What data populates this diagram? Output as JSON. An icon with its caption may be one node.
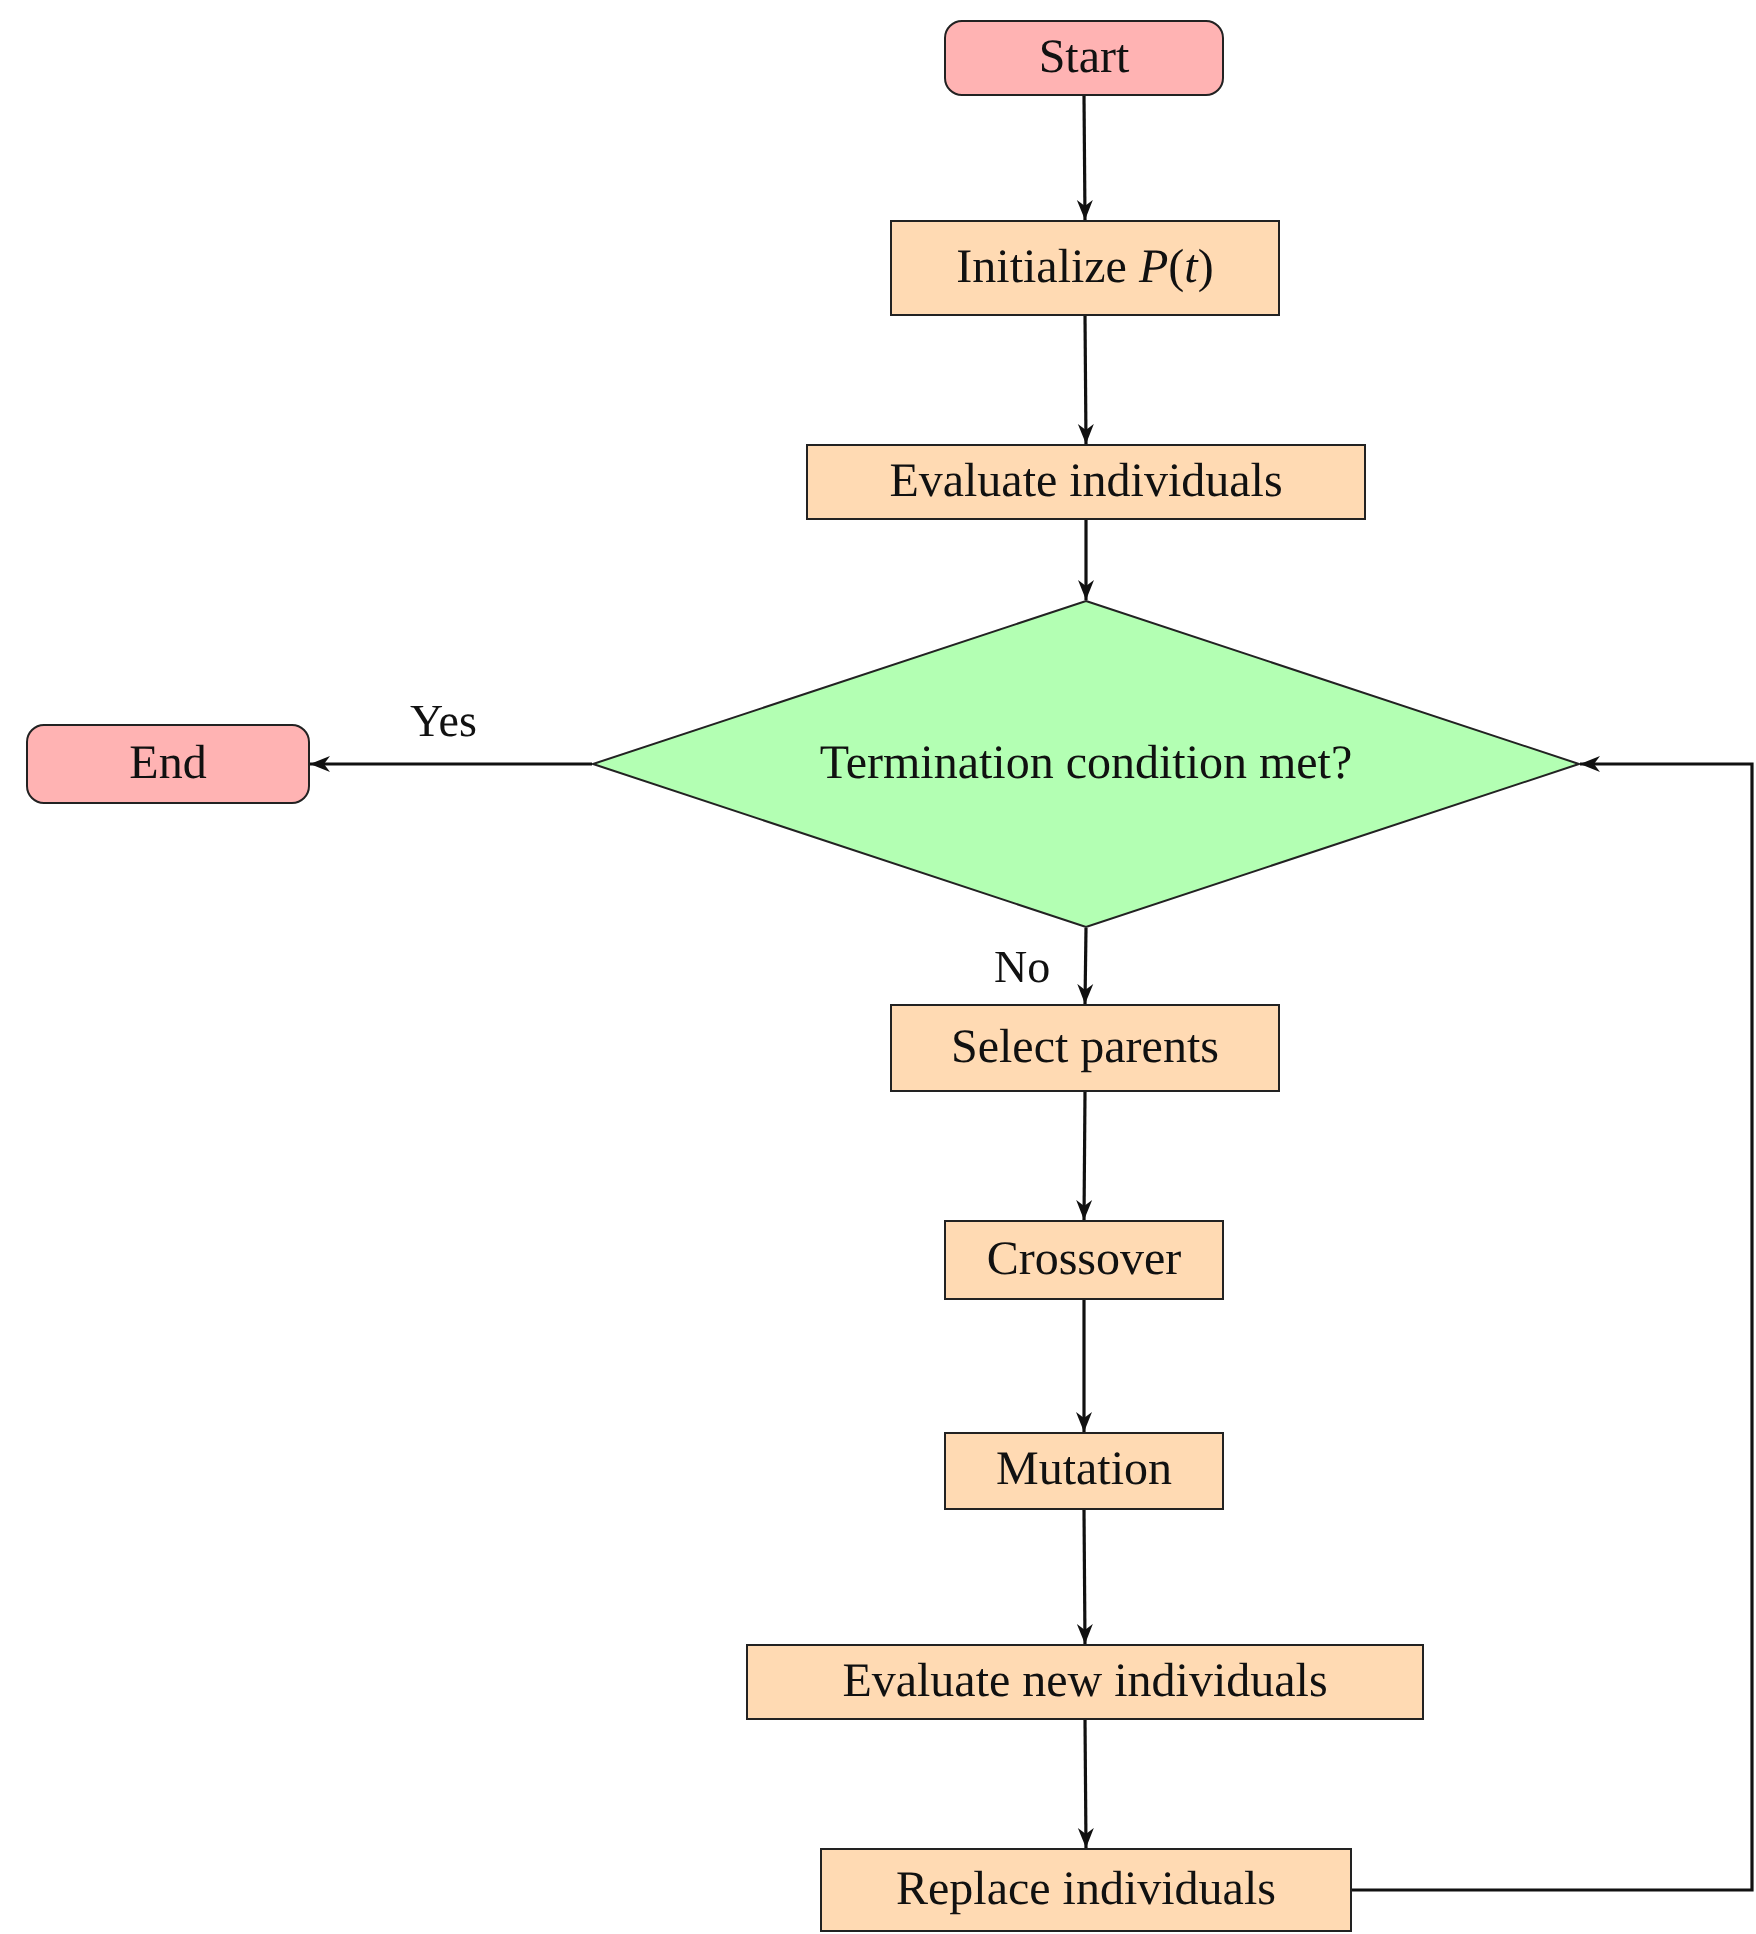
{
  "diagram": {
    "nodes": [
      {
        "text": [
          "Start"
        ]
      },
      {
        "text": [
          "Initialize *P*(*t*)"
        ]
      },
      {
        "text": [
          "Evaluate individuals"
        ]
      },
      {
        "text": [
          "Termination condition met?"
        ]
      },
      {
        "text": [
          "End"
        ]
      },
      {
        "text": [
          "Select parents"
        ]
      },
      {
        "text": [
          "Crossover"
        ]
      },
      {
        "text": [
          "Mutation"
        ]
      },
      {
        "text": [
          "Evaluate new individuals"
        ]
      },
      {
        "text": [
          "Replace individuals"
        ]
      }
    ],
    "edges": [
      {
        "from": 0,
        "to": 1,
        "arrow": "to"
      },
      {
        "from": 1,
        "to": 2,
        "arrow": "to"
      },
      {
        "from": 2,
        "to": 3,
        "arrow": "to"
      },
      {
        "from": 3,
        "to": 4,
        "arrow": "to",
        "label": "Yes"
      },
      {
        "from": 3,
        "to": 5,
        "arrow": "to",
        "label": "No"
      },
      {
        "from": 5,
        "to": 6,
        "arrow": "to"
      },
      {
        "from": 6,
        "to": 7,
        "arrow": "to"
      },
      {
        "from": 7,
        "to": 8,
        "arrow": "to"
      },
      {
        "from": 8,
        "to": 9,
        "arrow": "to"
      },
      {
        "from": 9,
        "to": 3,
        "arrow": "to"
      }
    ]
  }
}
